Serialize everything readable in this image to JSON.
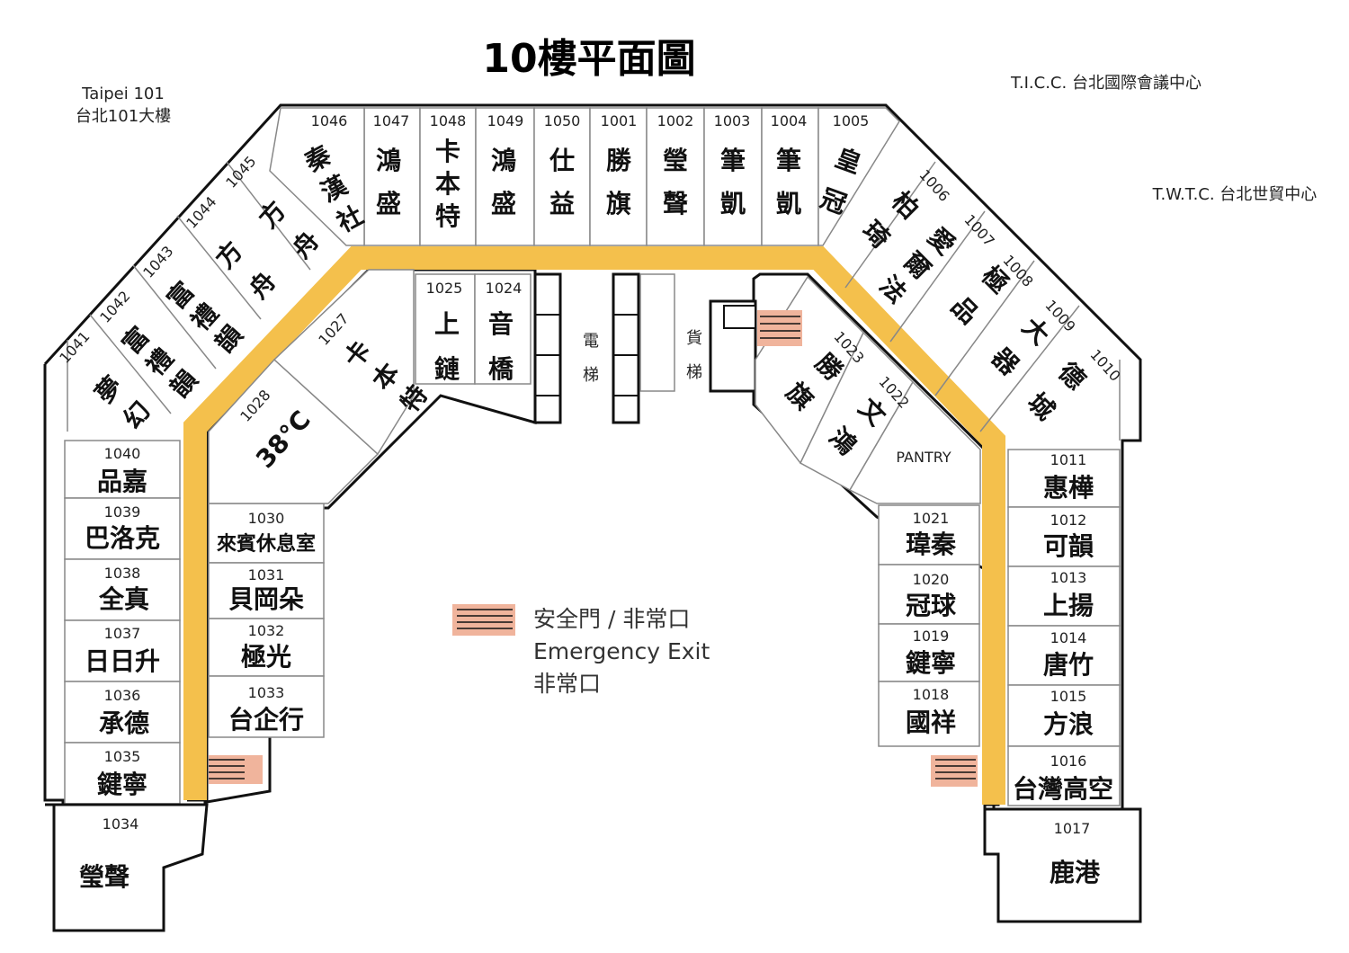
{
  "title": "10樓平面圖",
  "landmarks": {
    "taipei101_en": "Taipei  101",
    "taipei101_zh": "台北101大樓",
    "ticc": "T.I.C.C. 台北國際會議中心",
    "twtc": "T.W.T.C. 台北世貿中心"
  },
  "legend": {
    "zh": "安全門 / 非常口",
    "en": "Emergency Exit",
    "jp": "非常口"
  },
  "facilities": {
    "elevator_1": "電",
    "elevator_2": "梯",
    "freight_1": "貨",
    "freight_2": "梯",
    "pantry": "PANTRY"
  },
  "booths": {
    "b1046": {
      "num": "1046",
      "name": [
        "秦",
        "漢",
        "社"
      ]
    },
    "b1047": {
      "num": "1047",
      "name": [
        "鴻",
        "盛"
      ]
    },
    "b1048": {
      "num": "1048",
      "name": [
        "卡",
        "本",
        "特"
      ]
    },
    "b1049": {
      "num": "1049",
      "name": [
        "鴻",
        "盛"
      ]
    },
    "b1050": {
      "num": "1050",
      "name": [
        "仕",
        "益"
      ]
    },
    "b1001": {
      "num": "1001",
      "name": [
        "勝",
        "旗"
      ]
    },
    "b1002": {
      "num": "1002",
      "name": [
        "瑩",
        "聲"
      ]
    },
    "b1003": {
      "num": "1003",
      "name": [
        "筆",
        "凱"
      ]
    },
    "b1004": {
      "num": "1004",
      "name": [
        "筆",
        "凱"
      ]
    },
    "b1005": {
      "num": "1005",
      "name": [
        "皇",
        "冠"
      ]
    },
    "b1006": {
      "num": "1006",
      "name": [
        "柏",
        "琦"
      ]
    },
    "b1007": {
      "num": "1007",
      "name": [
        "愛",
        "爾",
        "法"
      ]
    },
    "b1008": {
      "num": "1008",
      "name": [
        "極",
        "品"
      ]
    },
    "b1009": {
      "num": "1009",
      "name": [
        "大",
        "器"
      ]
    },
    "b1010": {
      "num": "1010",
      "name": [
        "德",
        "城"
      ]
    },
    "b1045": {
      "num": "1045",
      "name": [
        "方",
        "舟"
      ]
    },
    "b1044": {
      "num": "1044",
      "name": [
        "方",
        "舟"
      ]
    },
    "b1043": {
      "num": "1043",
      "name": [
        "富",
        "禮",
        "韻"
      ]
    },
    "b1042": {
      "num": "1042",
      "name": [
        "富",
        "禮",
        "韻"
      ]
    },
    "b1041": {
      "num": "1041",
      "name": [
        "夢",
        "幻"
      ]
    },
    "b1025": {
      "num": "1025",
      "name": [
        "上",
        "鏈"
      ]
    },
    "b1024": {
      "num": "1024",
      "name": [
        "音",
        "橋"
      ]
    },
    "b1027": {
      "num": "1027",
      "name": [
        "卡",
        "本",
        "特"
      ]
    },
    "b1028": {
      "num": "1028",
      "name": "38°C"
    },
    "b1023": {
      "num": "1023",
      "name": [
        "勝",
        "旗"
      ]
    },
    "b1022": {
      "num": "1022",
      "name": [
        "文",
        "鴻"
      ]
    },
    "b1040": {
      "num": "1040",
      "name": "品嘉"
    },
    "b1039": {
      "num": "1039",
      "name": "巴洛克"
    },
    "b1038": {
      "num": "1038",
      "name": "全真"
    },
    "b1037": {
      "num": "1037",
      "name": "日日升"
    },
    "b1036": {
      "num": "1036",
      "name": "承德"
    },
    "b1035": {
      "num": "1035",
      "name": "鍵寧"
    },
    "b1034": {
      "num": "1034",
      "name": "瑩聲"
    },
    "b1030": {
      "num": "1030",
      "name": "來賓休息室"
    },
    "b1031": {
      "num": "1031",
      "name": "貝岡朵"
    },
    "b1032": {
      "num": "1032",
      "name": "極光"
    },
    "b1033": {
      "num": "1033",
      "name": "台企行"
    },
    "b1021": {
      "num": "1021",
      "name": "瑋秦"
    },
    "b1020": {
      "num": "1020",
      "name": "冠球"
    },
    "b1019": {
      "num": "1019",
      "name": "鍵寧"
    },
    "b1018": {
      "num": "1018",
      "name": "國祥"
    },
    "b1011": {
      "num": "1011",
      "name": "惠樺"
    },
    "b1012": {
      "num": "1012",
      "name": "可韻"
    },
    "b1013": {
      "num": "1013",
      "name": "上揚"
    },
    "b1014": {
      "num": "1014",
      "name": "唐竹"
    },
    "b1015": {
      "num": "1015",
      "name": "方浪"
    },
    "b1016": {
      "num": "1016",
      "name": "台灣高空"
    },
    "b1017": {
      "num": "1017",
      "name": "鹿港"
    }
  },
  "colors": {
    "corridor": "#f4c04c",
    "exit": "#f0b49c",
    "wall": "#111111"
  }
}
